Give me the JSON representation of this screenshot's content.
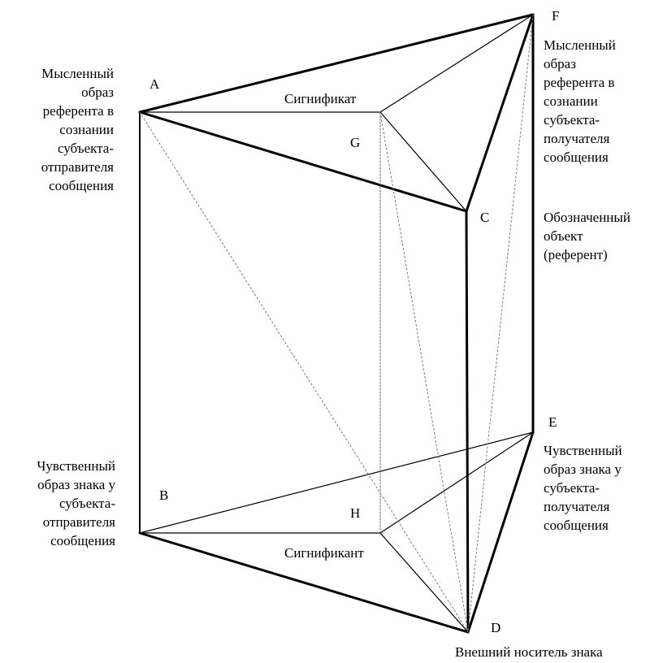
{
  "points": {
    "A": "A",
    "B": "B",
    "C": "C",
    "D": "D",
    "E": "E",
    "F": "F",
    "G": "G",
    "H": "H"
  },
  "labels": {
    "signifikat": "Сигнификат",
    "signifikant": "Сигнификант",
    "sender_mental_image": "Мысленный\nобраз\nреферента в\nсознании\nсубъекта-\nотправителя\nсообщения",
    "receiver_mental_image": "Мысленный\nобраз\nреферента в\nсознании\nсубъекта-\nполучателя\nсообщения",
    "referent": "Обозначенный\nобъект\n(референт)",
    "sender_sensory_image": "Чувственный\nобраз знака у\nсубъекта-\nотправителя\nсообщения",
    "receiver_sensory_image": "Чувственный\nобраз знака у\nсубъекта-\nполучателя\nсообщения",
    "external_carrier": "Внешний носитель знака"
  }
}
